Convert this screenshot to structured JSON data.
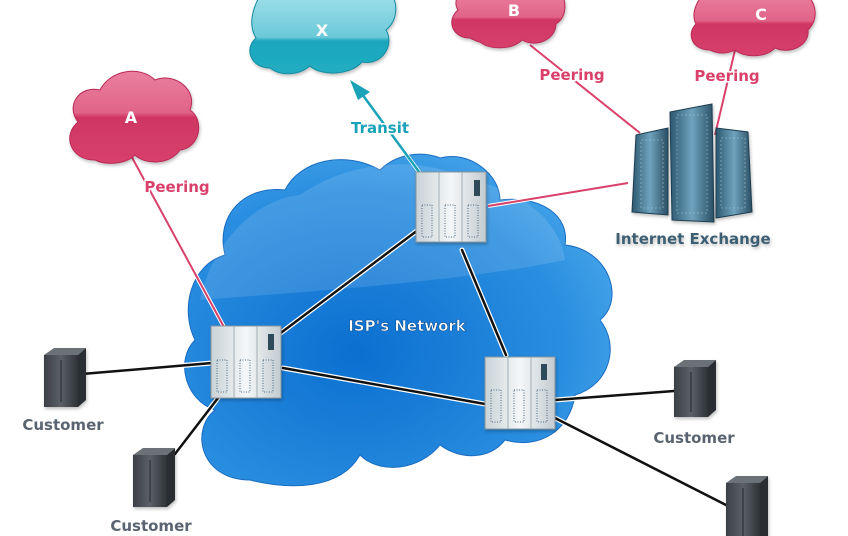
{
  "diagram": {
    "isp_network": {
      "label": "ISP's Network",
      "color": "#1f7fd6"
    },
    "external_clouds": [
      {
        "id": "A",
        "label": "A",
        "color": "#d63d6a"
      },
      {
        "id": "B",
        "label": "B",
        "color": "#d63d6a"
      },
      {
        "id": "C",
        "label": "C",
        "color": "#d63d6a"
      },
      {
        "id": "X",
        "label": "X",
        "color": "#1eb0c4"
      }
    ],
    "internet_exchange": {
      "label": "Internet Exchange"
    },
    "links": {
      "peering_label": "Peering",
      "transit_label": "Transit",
      "peering_color": "#d9406a",
      "transit_color": "#1aa3b8",
      "backbone_color": "#111111"
    },
    "routers": [
      {
        "id": "r-left"
      },
      {
        "id": "r-top"
      },
      {
        "id": "r-right"
      }
    ],
    "customers": [
      {
        "label": "Customer"
      },
      {
        "label": "Customer"
      },
      {
        "label": "Customer"
      },
      {
        "label": ""
      }
    ],
    "edge_labels": {
      "peering_a": "Peering",
      "peering_b": "Peering",
      "peering_c": "Peering",
      "transit_x": "Transit"
    }
  }
}
